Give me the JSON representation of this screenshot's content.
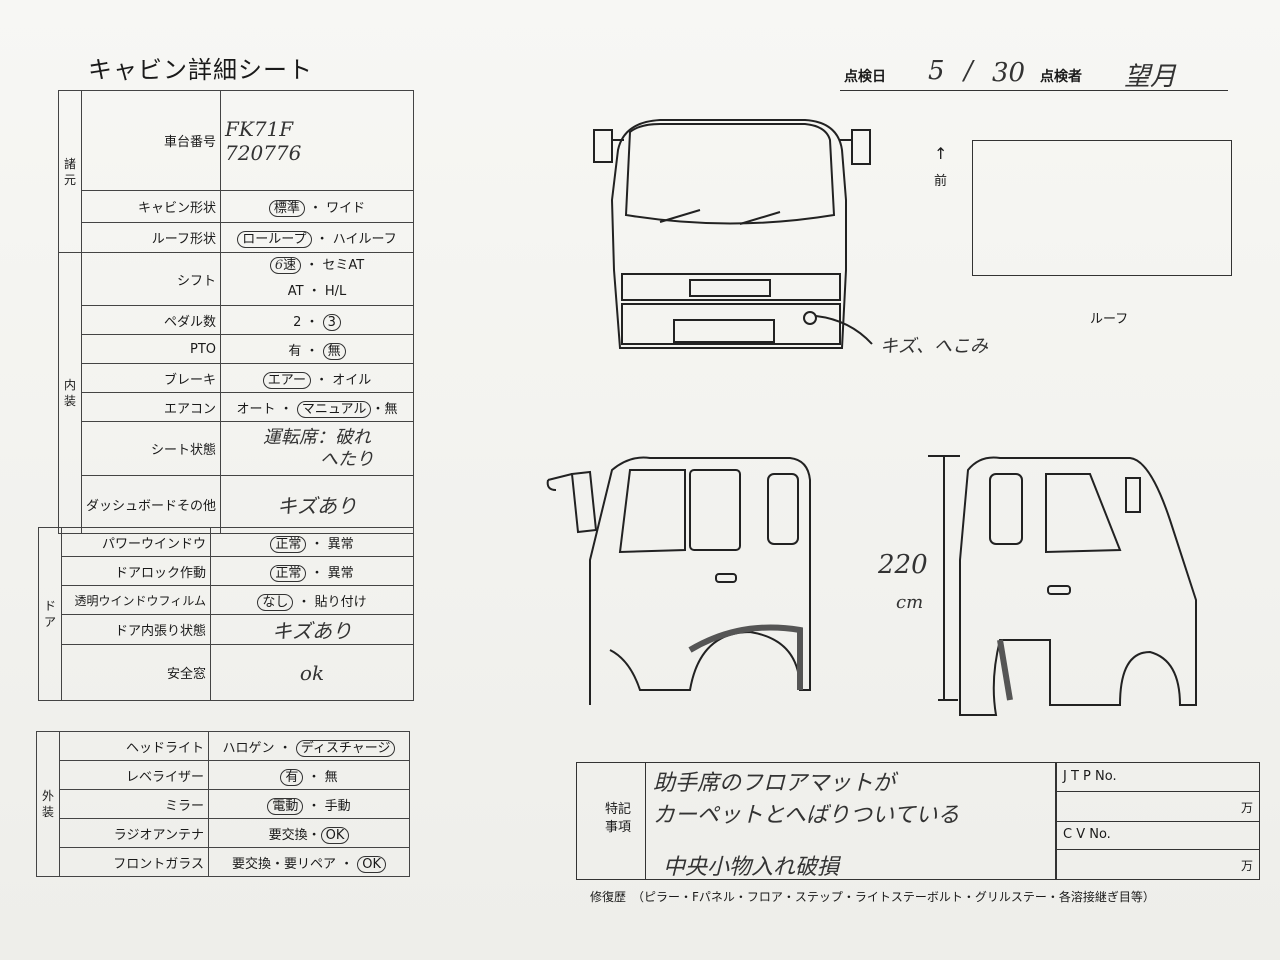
{
  "title": "キャビン詳細シート",
  "header": {
    "date_label": "点検日",
    "date_month": "5",
    "date_sep": "/",
    "date_day": "30",
    "inspector_label": "点検者",
    "inspector_value": "望月"
  },
  "spec": {
    "section_label": "諸元",
    "chassis_label": "車台番号",
    "chassis_value_1": "FK71F",
    "chassis_value_2": "720776",
    "cab_shape_label": "キャビン形状",
    "cab_shape_opt1": "標準",
    "cab_shape_opt2": "ワイド",
    "roof_label": "ルーフ形状",
    "roof_opt1": "ローループ",
    "roof_opt2": "ハイルーフ"
  },
  "interior": {
    "section_label": "内装",
    "shift_label": "シフト",
    "shift_num": "6",
    "shift_opt1": "速",
    "shift_opt2": "セミAT",
    "shift_opt3": "AT",
    "shift_opt4": "H/L",
    "pedal_label": "ペダル数",
    "pedal_opt1": "2",
    "pedal_opt2": "3",
    "pto_label": "PTO",
    "pto_opt1": "有",
    "pto_opt2": "無",
    "brake_label": "ブレーキ",
    "brake_opt1": "エアー",
    "brake_opt2": "オイル",
    "ac_label": "エアコン",
    "ac_opt1": "オート",
    "ac_opt2": "マニュアル",
    "ac_opt3": "無",
    "seat_label": "シート状態",
    "seat_value_1": "運転席：破れ",
    "seat_value_2": "へたり",
    "dash_label": "ダッシュボードその他",
    "dash_value": "キズあり"
  },
  "door": {
    "section_label": "ドア",
    "pw_label": "パワーウインドウ",
    "pw_opt1": "正常",
    "pw_opt2": "異常",
    "lock_label": "ドアロック作動",
    "lock_opt1": "正常",
    "lock_opt2": "異常",
    "film_label": "透明ウインドウフィルム",
    "film_opt1": "なし",
    "film_opt2": "貼り付け",
    "trim_label": "ドア内張り状態",
    "trim_value": "キズあり",
    "safety_label": "安全窓",
    "safety_value": "ok"
  },
  "exterior": {
    "section_label": "外装",
    "head_label": "ヘッドライト",
    "head_opt1": "ハロゲン",
    "head_opt2": "ディスチャージ",
    "lev_label": "レベライザー",
    "lev_opt1": "有",
    "lev_opt2": "無",
    "mir_label": "ミラー",
    "mir_opt1": "電動",
    "mir_opt2": "手動",
    "radio_label": "ラジオアンテナ",
    "radio_opt1": "要交換",
    "radio_opt2": "OK",
    "glass_label": "フロントガラス",
    "glass_opt1": "要交換",
    "glass_opt2": "要リペア",
    "glass_opt3": "OK"
  },
  "diagram": {
    "front_arrow": "↑",
    "front_label": "前",
    "roof_label": "ルーフ",
    "damage_note": "キズ、へこみ",
    "height_value": "220",
    "height_unit": "cm"
  },
  "notes": {
    "label_1": "特記",
    "label_2": "事項",
    "line_1": "助手席のフロアマットが",
    "line_2": "カーペットとへばりついている",
    "line_3": "中央小物入れ破損",
    "jtp_label": "J T P No.",
    "man_1": "万",
    "cv_label": "C V No.",
    "man_2": "万",
    "repair_history": "修復歴　（ピラー・Fパネル・フロア・ステップ・ライトステーボルト・グリルステー・各溶接継ぎ目等）"
  }
}
